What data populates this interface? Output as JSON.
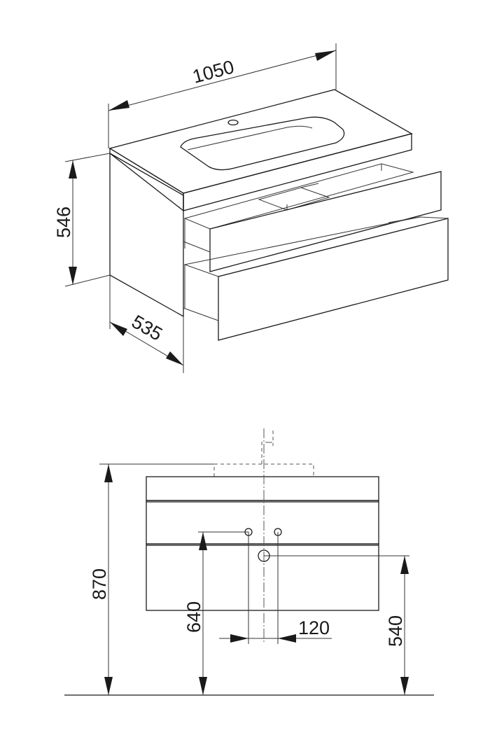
{
  "iso_view": {
    "dimensions": {
      "width": "1050",
      "height": "546",
      "depth": "535"
    }
  },
  "front_view": {
    "dimensions": {
      "total_height": "870",
      "supply_height": "640",
      "supply_spacing": "120",
      "drain_height": "540"
    }
  },
  "colors": {
    "line": "#1a1a1a",
    "panel_light": "#f2f2f2",
    "panel_dark": "#c9c9c9"
  }
}
